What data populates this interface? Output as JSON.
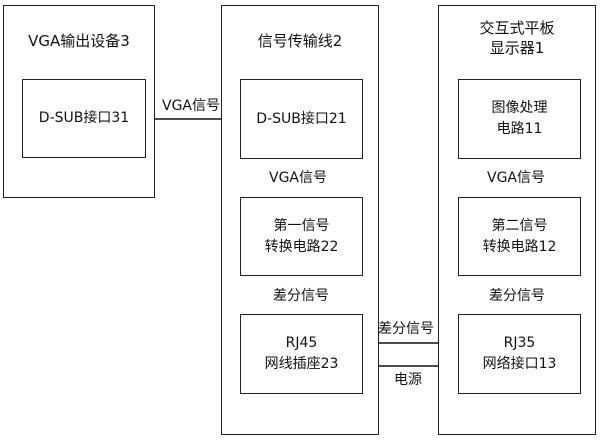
{
  "devices": {
    "vga_output": {
      "title": "VGA输出设备3",
      "dsub": "D-SUB接口31"
    },
    "cable": {
      "title": "信号传输线2",
      "dsub": "D-SUB接口21",
      "converter": [
        "第一信号",
        "转换电路22"
      ],
      "socket": [
        "RJ45",
        "网线插座23"
      ]
    },
    "panel": {
      "title": [
        "交互式平板",
        "显示器1"
      ],
      "image_circuit": [
        "图像处理",
        "电路11"
      ],
      "converter": [
        "第二信号",
        "转换电路12"
      ],
      "port": [
        "RJ35",
        "网络接口13"
      ]
    }
  },
  "signals": {
    "vga": "VGA信号",
    "differential": "差分信号",
    "power": "电源"
  }
}
